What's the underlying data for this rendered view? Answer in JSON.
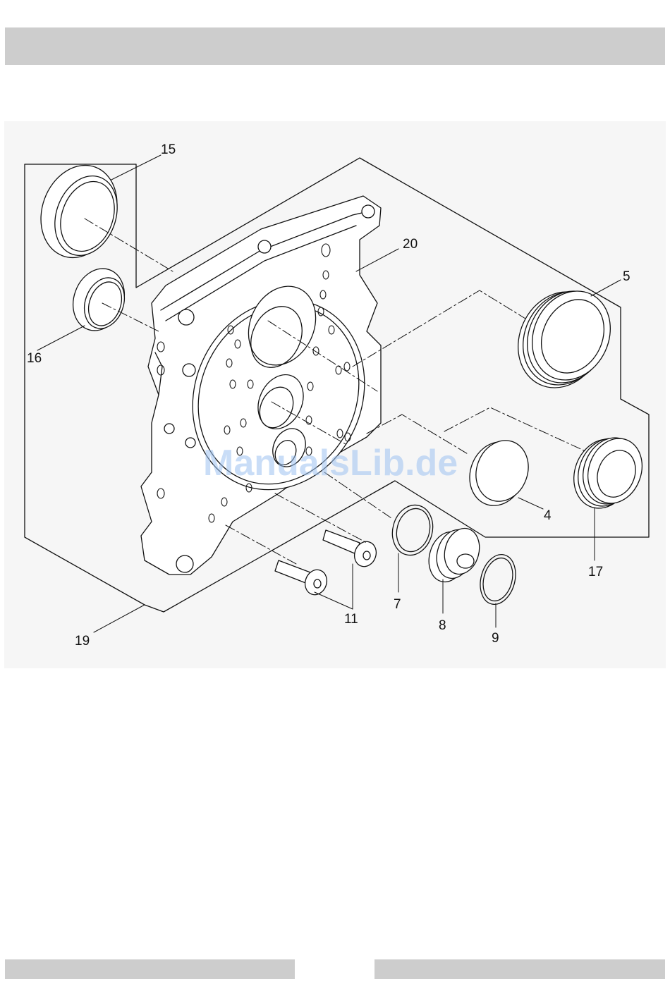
{
  "diagram": {
    "callouts": {
      "c15": "15",
      "c16": "16",
      "c20": "20",
      "c5": "5",
      "c4": "4",
      "c17": "17",
      "c7": "7",
      "c11": "11",
      "c8": "8",
      "c9": "9",
      "c19": "19"
    },
    "watermark": "ManualsLib.de"
  },
  "colors": {
    "header_bar": "#cdcdcd",
    "footer_bar": "#cdcdcd",
    "line": "#111111",
    "panel": "#f6f6f6",
    "watermark": "#9ec3f2"
  }
}
